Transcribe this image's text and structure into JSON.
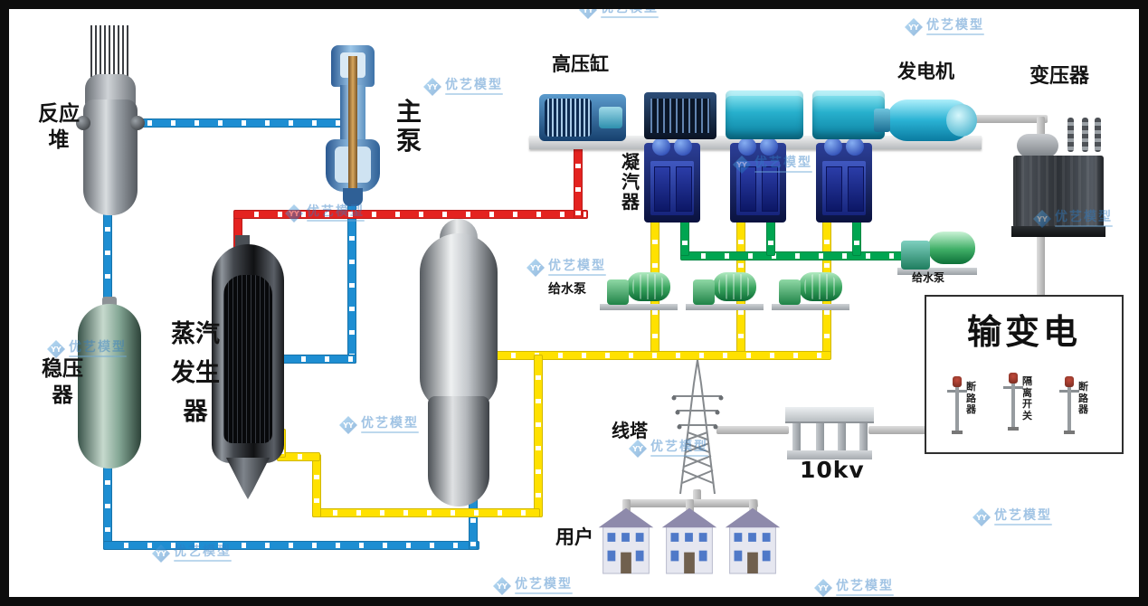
{
  "diagram": {
    "labels": {
      "reactor": "反应\n堆",
      "pressurizer": "稳压\n器",
      "steam_generator": "蒸汽\n发生\n器",
      "main_pump": "主\n泵",
      "hp_cylinder": "高压缸",
      "condenser": "凝\n汽\n器",
      "generator": "发电机",
      "transformer": "变压器",
      "feedwater_pump_left": "给水泵",
      "feedwater_pump_right": "给水泵",
      "transmission_title": "输变电",
      "breaker_left": "断\n路\n器",
      "disconnector": "隔\n离\n开\n关",
      "breaker_right": "断\n路\n器",
      "line_tower": "线塔",
      "voltage_10kv": "10kv",
      "users": "用户"
    },
    "watermark": {
      "logo": "YY",
      "text": "优艺模型"
    },
    "colors": {
      "primary_loop": "#1e8ed2",
      "main_steam": "#e42320",
      "condensate": "#ffe100",
      "feedwater": "#00a551",
      "power_line": "#c0c0c0"
    }
  }
}
